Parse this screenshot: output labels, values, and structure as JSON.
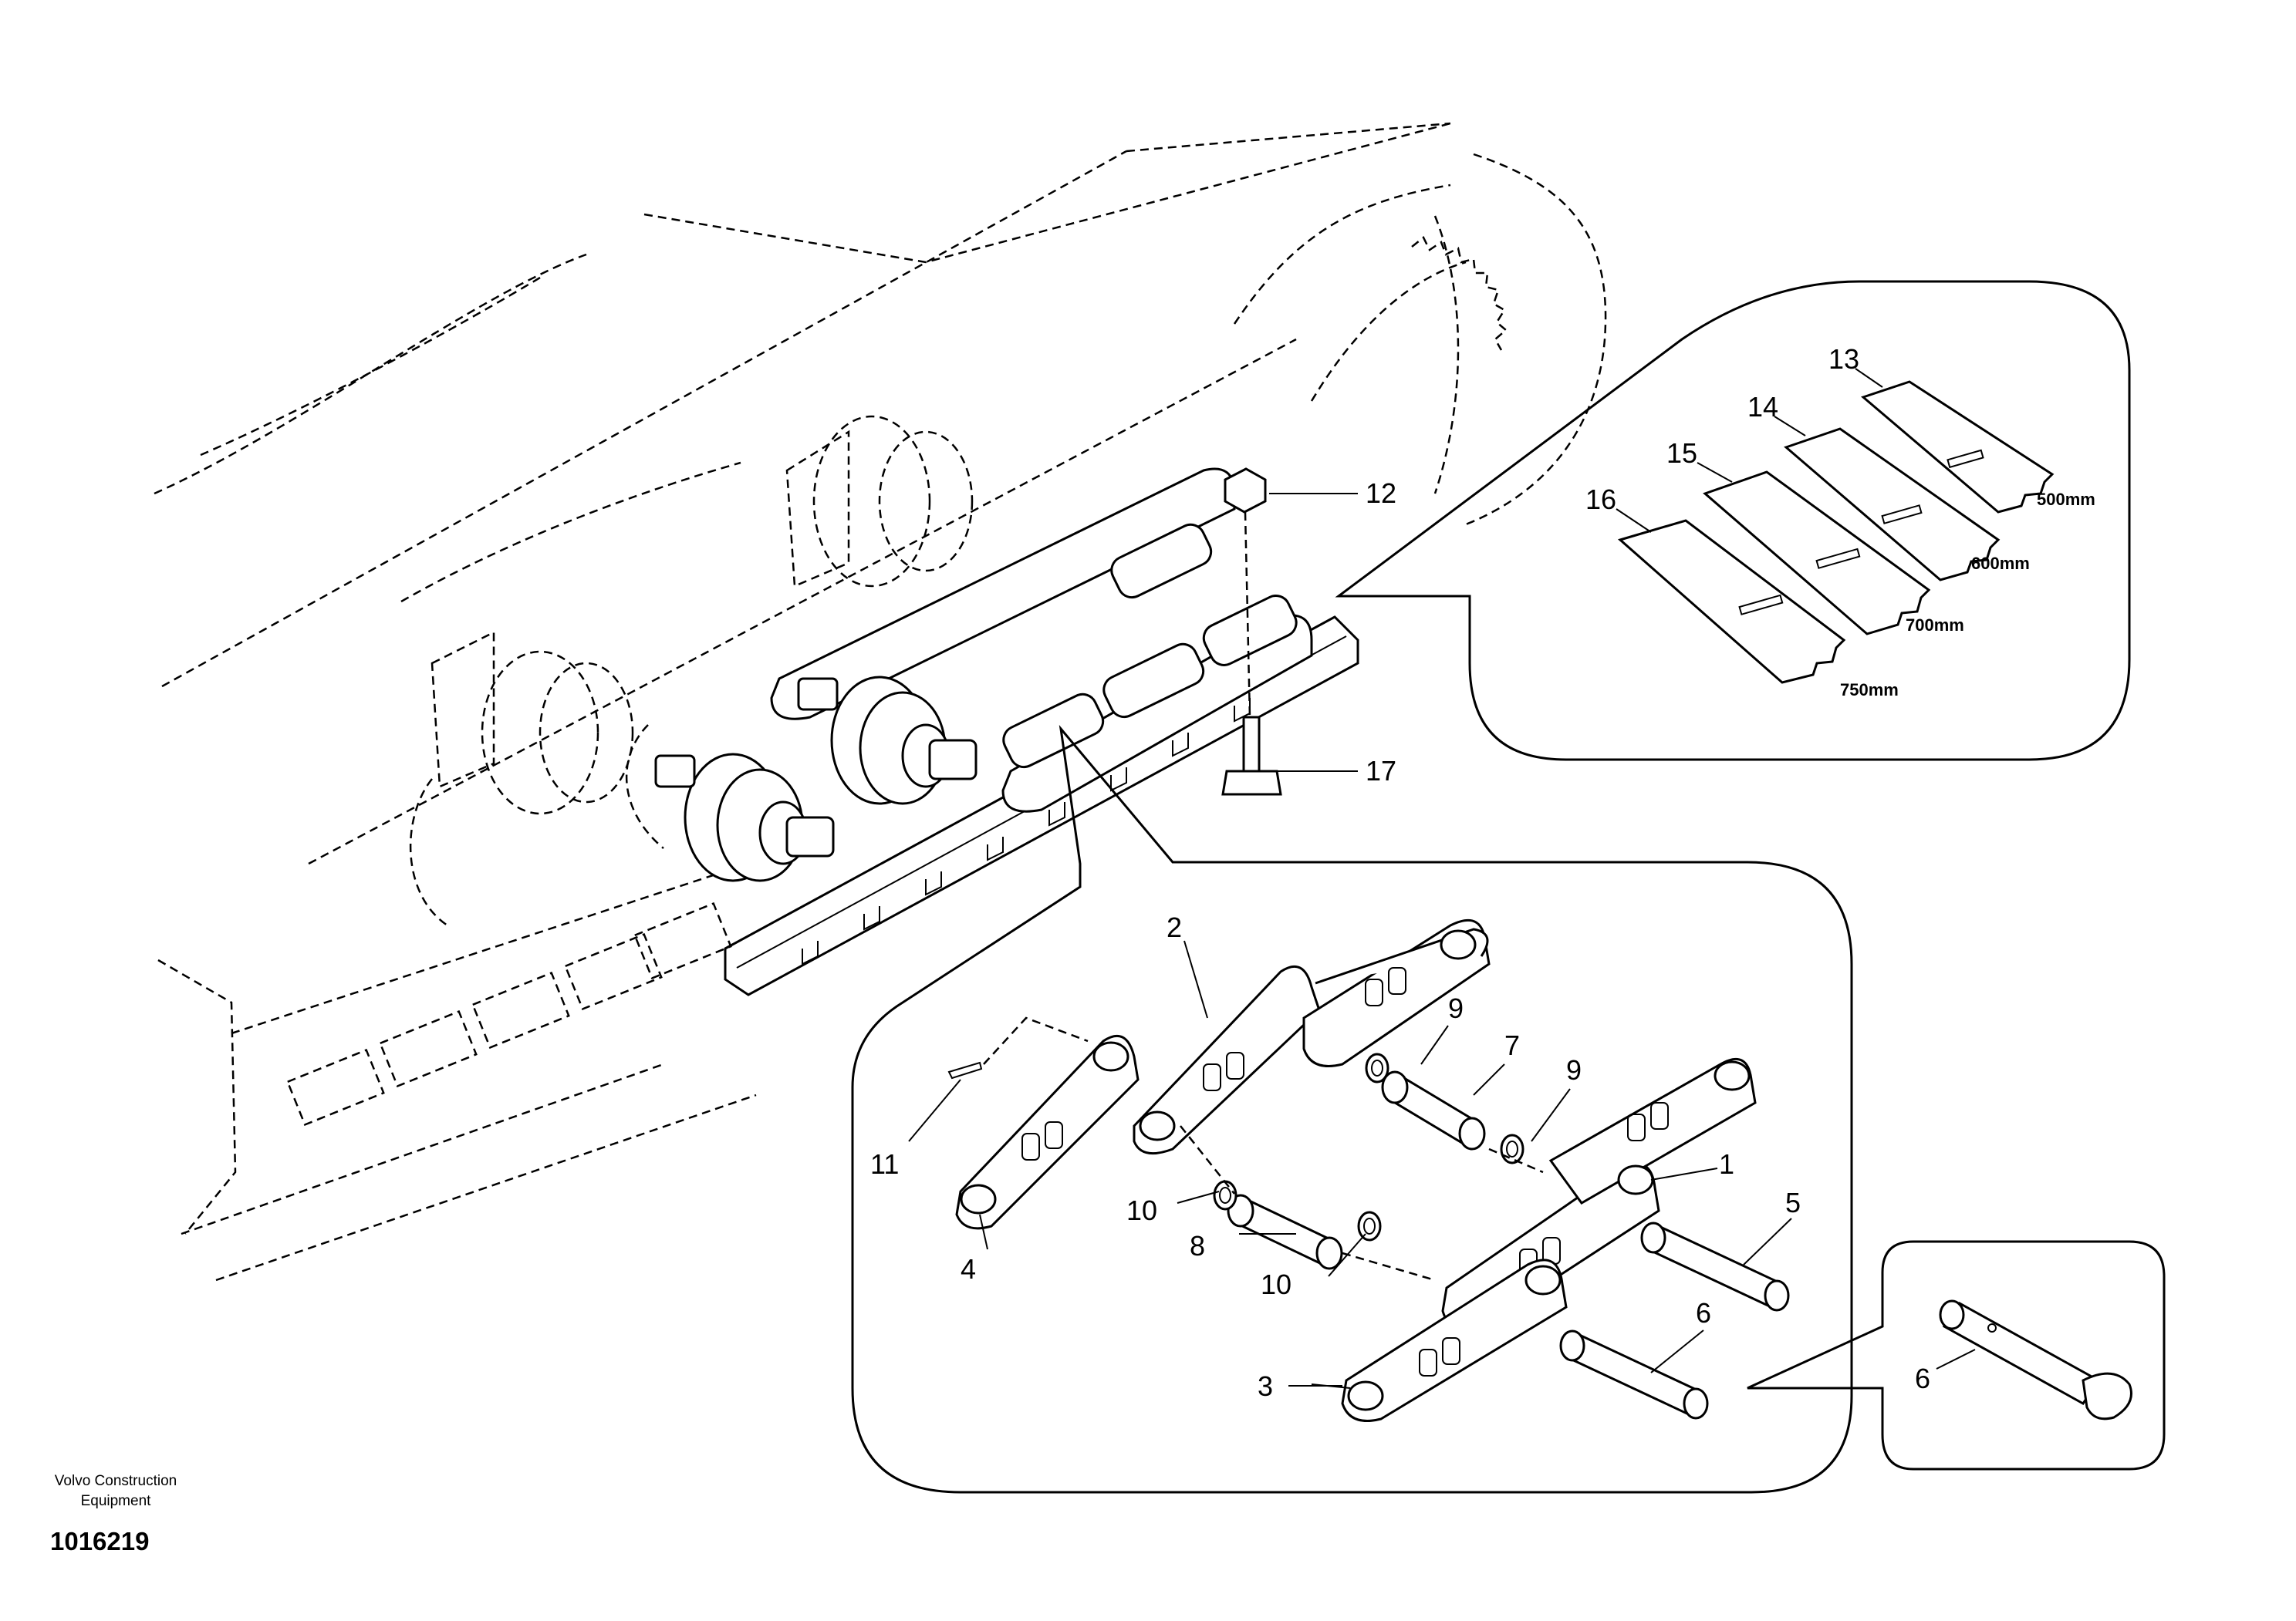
{
  "callouts": {
    "c1": "1",
    "c2": "2",
    "c3": "3",
    "c4": "4",
    "c5": "5",
    "c6a": "6",
    "c6b": "6",
    "c7": "7",
    "c8": "8",
    "c9a": "9",
    "c9b": "9",
    "c10a": "10",
    "c10b": "10",
    "c11": "11",
    "c12": "12",
    "c13": "13",
    "c14": "14",
    "c15": "15",
    "c16": "16",
    "c17": "17"
  },
  "shoe_widths": {
    "w500": "500mm",
    "w600": "600mm",
    "w700": "700mm",
    "w750": "750mm"
  },
  "footer": {
    "brand_line1": "Volvo Construction",
    "brand_line2": "Equipment",
    "drawing_number": "1016219"
  }
}
